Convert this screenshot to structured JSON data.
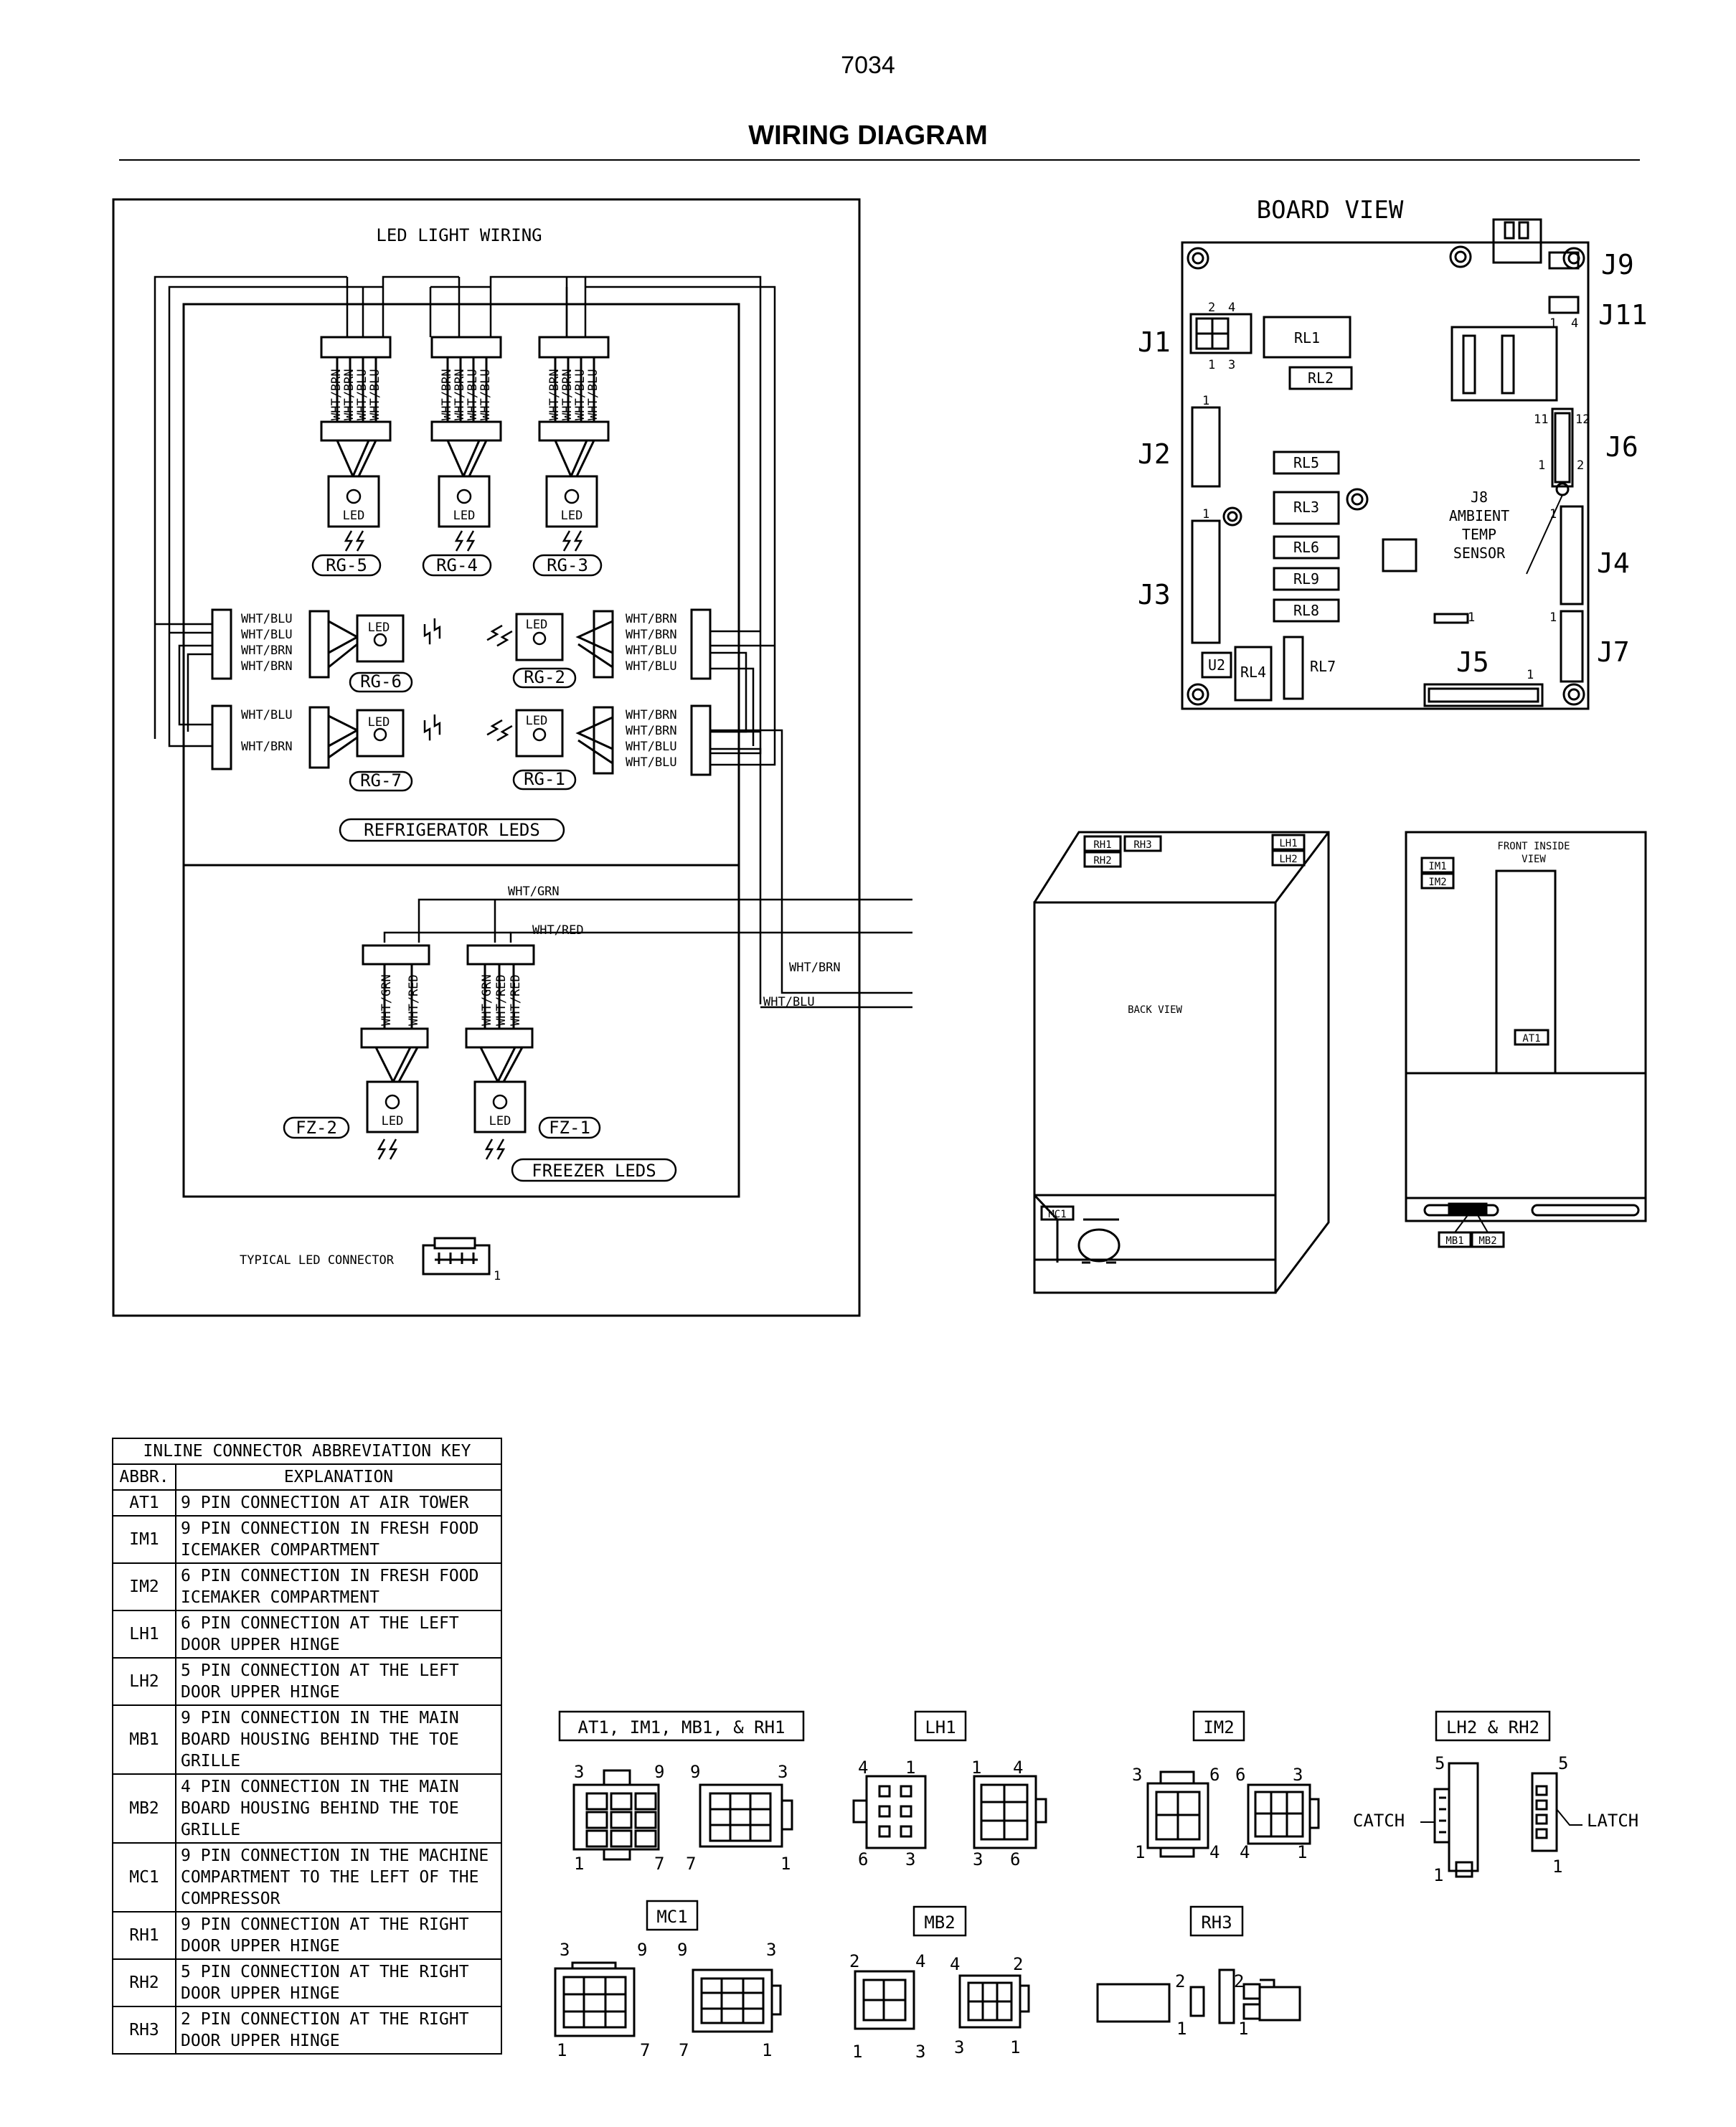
{
  "page_number": "7034",
  "title": "WIRING DIAGRAM",
  "led": {
    "heading": "LED LIGHT WIRING",
    "refrigerator_label": "REFRIGERATOR LEDS",
    "freezer_label": "FREEZER LEDS",
    "typical_connector": "TYPICAL LED CONNECTOR",
    "led_text": "LED",
    "top_modules": [
      {
        "id": "RG-5",
        "wires": [
          "WHT/BRN",
          "WHT/BRN",
          "WHT/BLU",
          "WHT/BLU"
        ]
      },
      {
        "id": "RG-4",
        "wires": [
          "WHT/BRN",
          "WHT/BRN",
          "WHT/BLU",
          "WHT/BLU"
        ]
      },
      {
        "id": "RG-3",
        "wires": [
          "WHT/BRN",
          "WHT/BRN",
          "WHT/BLU",
          "WHT/BLU"
        ]
      }
    ],
    "left_modules": [
      {
        "id": "RG-6",
        "wires": [
          "WHT/BLU",
          "WHT/BLU",
          "WHT/BRN",
          "WHT/BRN"
        ]
      },
      {
        "id": "RG-7",
        "wires": [
          "WHT/BLU",
          "WHT/BRN"
        ]
      }
    ],
    "right_modules": [
      {
        "id": "RG-2",
        "wires": [
          "WHT/BRN",
          "WHT/BRN",
          "WHT/BLU",
          "WHT/BLU"
        ]
      },
      {
        "id": "RG-1",
        "wires": [
          "WHT/BRN",
          "WHT/BRN",
          "WHT/BLU",
          "WHT/BLU"
        ]
      }
    ],
    "freezer_modules": [
      {
        "id": "FZ-2",
        "wires": [
          "WHT/GRN",
          "WHT/RED"
        ]
      },
      {
        "id": "FZ-1",
        "wires": [
          "WHT/GRN",
          "WHT/RED",
          "WHT/RED"
        ]
      }
    ],
    "harness": [
      "WHT/GRN",
      "WHT/RED",
      "WHT/BRN",
      "WHT/BLU"
    ]
  },
  "board": {
    "heading": "BOARD VIEW",
    "connectors": [
      "J9",
      "J11",
      "J1",
      "J2",
      "J6",
      "J3",
      "J4",
      "J7",
      "J5"
    ],
    "relays": [
      "RL1",
      "RL2",
      "RL5",
      "RL3",
      "RL6",
      "RL9",
      "RL8",
      "RL4",
      "RL7",
      "U2"
    ],
    "sensor": [
      "J8",
      "AMBIENT",
      "TEMP",
      "SENSOR"
    ]
  },
  "cabinet": {
    "back_view": "BACK VIEW",
    "front_view": "FRONT INSIDE VIEW",
    "back_tags": [
      "RH1",
      "RH3",
      "RH2",
      "LH1",
      "LH2",
      "MC1"
    ],
    "front_tags": [
      "IM1",
      "IM2",
      "AT1",
      "MB1",
      "MB2"
    ]
  },
  "key_table": {
    "title": "INLINE CONNECTOR ABBREVIATION KEY",
    "col_abbr": "ABBR.",
    "col_expl": "EXPLANATION",
    "rows": [
      {
        "abbr": "AT1",
        "text": "9 PIN CONNECTION AT AIR TOWER"
      },
      {
        "abbr": "IM1",
        "text": "9 PIN CONNECTION IN FRESH FOOD ICEMAKER COMPARTMENT"
      },
      {
        "abbr": "IM2",
        "text": "6 PIN CONNECTION IN FRESH FOOD ICEMAKER COMPARTMENT"
      },
      {
        "abbr": "LH1",
        "text": "6 PIN CONNECTION AT THE LEFT DOOR UPPER HINGE"
      },
      {
        "abbr": "LH2",
        "text": "5 PIN CONNECTION AT THE LEFT DOOR UPPER HINGE"
      },
      {
        "abbr": "MB1",
        "text": "9 PIN CONNECTION IN THE MAIN BOARD HOUSING BEHIND THE TOE GRILLE"
      },
      {
        "abbr": "MB2",
        "text": "4 PIN CONNECTION IN THE MAIN BOARD HOUSING BEHIND THE TOE GRILLE"
      },
      {
        "abbr": "MC1",
        "text": "9 PIN CONNECTION IN THE MACHINE COMPARTMENT TO THE LEFT OF THE COMPRESSOR"
      },
      {
        "abbr": "RH1",
        "text": "9 PIN CONNECTION AT THE RIGHT DOOR UPPER HINGE"
      },
      {
        "abbr": "RH2",
        "text": "5 PIN CONNECTION AT THE RIGHT DOOR UPPER HINGE"
      },
      {
        "abbr": "RH3",
        "text": "2 PIN CONNECTION AT THE RIGHT DOOR UPPER HINGE"
      }
    ]
  },
  "connector_legend": {
    "groups": [
      "AT1, IM1, MB1, & RH1",
      "LH1",
      "IM2",
      "LH2 & RH2",
      "MC1",
      "MB2",
      "RH3"
    ],
    "catch": "CATCH",
    "latch": "LATCH"
  }
}
